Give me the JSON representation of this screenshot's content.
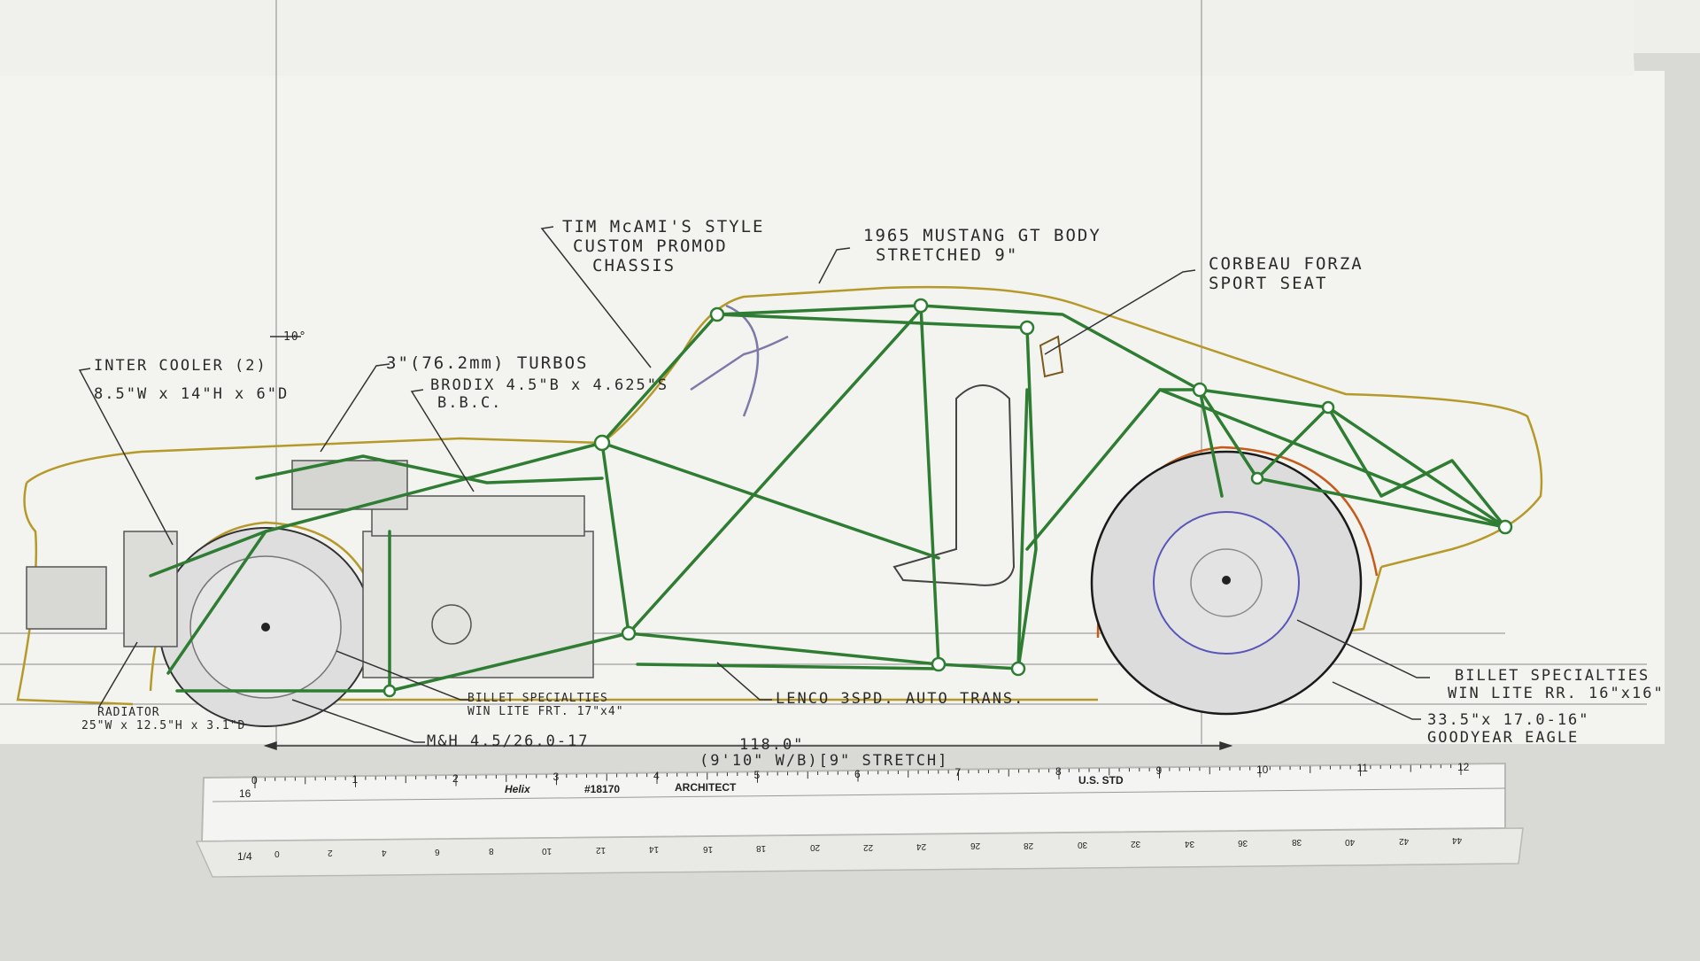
{
  "annotations": {
    "chassis": [
      "TIM McAMI'S STYLE",
      "CUSTOM PROMOD",
      "CHASSIS"
    ],
    "body": [
      "1965 MUSTANG GT BODY",
      "STRETCHED 9\""
    ],
    "seat": [
      "CORBEAU FORZA",
      "SPORT SEAT"
    ],
    "intercooler": [
      "INTER COOLER (2)",
      "8.5\"W x 14\"H x 6\"D"
    ],
    "angle": "10°",
    "turbos": "3\"(76.2mm) TURBOS",
    "engine": [
      "BRODIX 4.5\"B x 4.625\"S",
      "B.B.C."
    ],
    "radiator": [
      "RADIATOR",
      "25\"W x 12.5\"H x 3.1\"D"
    ],
    "front_wheel": [
      "BILLET SPECIALTIES",
      "WIN LITE FRT. 17\"x4\""
    ],
    "front_tire": "M&H 4.5/26.0-17",
    "transmission": "LENCO 3SPD. AUTO TRANS.",
    "rear_wheel": [
      "BILLET SPECIALTIES",
      "WIN LITE RR. 16\"x16\""
    ],
    "rear_tire": [
      "33.5\"x 17.0-16\"",
      "GOODYEAR EAGLE"
    ],
    "wheelbase": [
      "118.0\"",
      "(9'10\" W/B)[9\" STRETCH]"
    ]
  },
  "ruler": {
    "brand": "Helix",
    "model": "#18170",
    "type": "ARCHITECT",
    "standard": "U.S. STD",
    "top_left": "16",
    "top_numbers": [
      "0",
      "1",
      "2",
      "3",
      "4",
      "5",
      "6",
      "7",
      "8",
      "9",
      "10",
      "11",
      "12"
    ],
    "bottom_left": "1/4",
    "bottom_numbers": [
      "0",
      "2",
      "4",
      "6",
      "8",
      "10",
      "12",
      "14",
      "16",
      "18",
      "20",
      "22",
      "24",
      "26",
      "28",
      "30",
      "32",
      "34",
      "36",
      "38",
      "40",
      "42",
      "44"
    ]
  },
  "colors": {
    "paper": "#f1f1ee",
    "chassis": "#2e7d32",
    "body": "#b59a2a",
    "pencil": "#555555",
    "tire_rim": "#5a55b8",
    "ink": "#1a1a1a",
    "tire_outline": "#c65a1a"
  }
}
